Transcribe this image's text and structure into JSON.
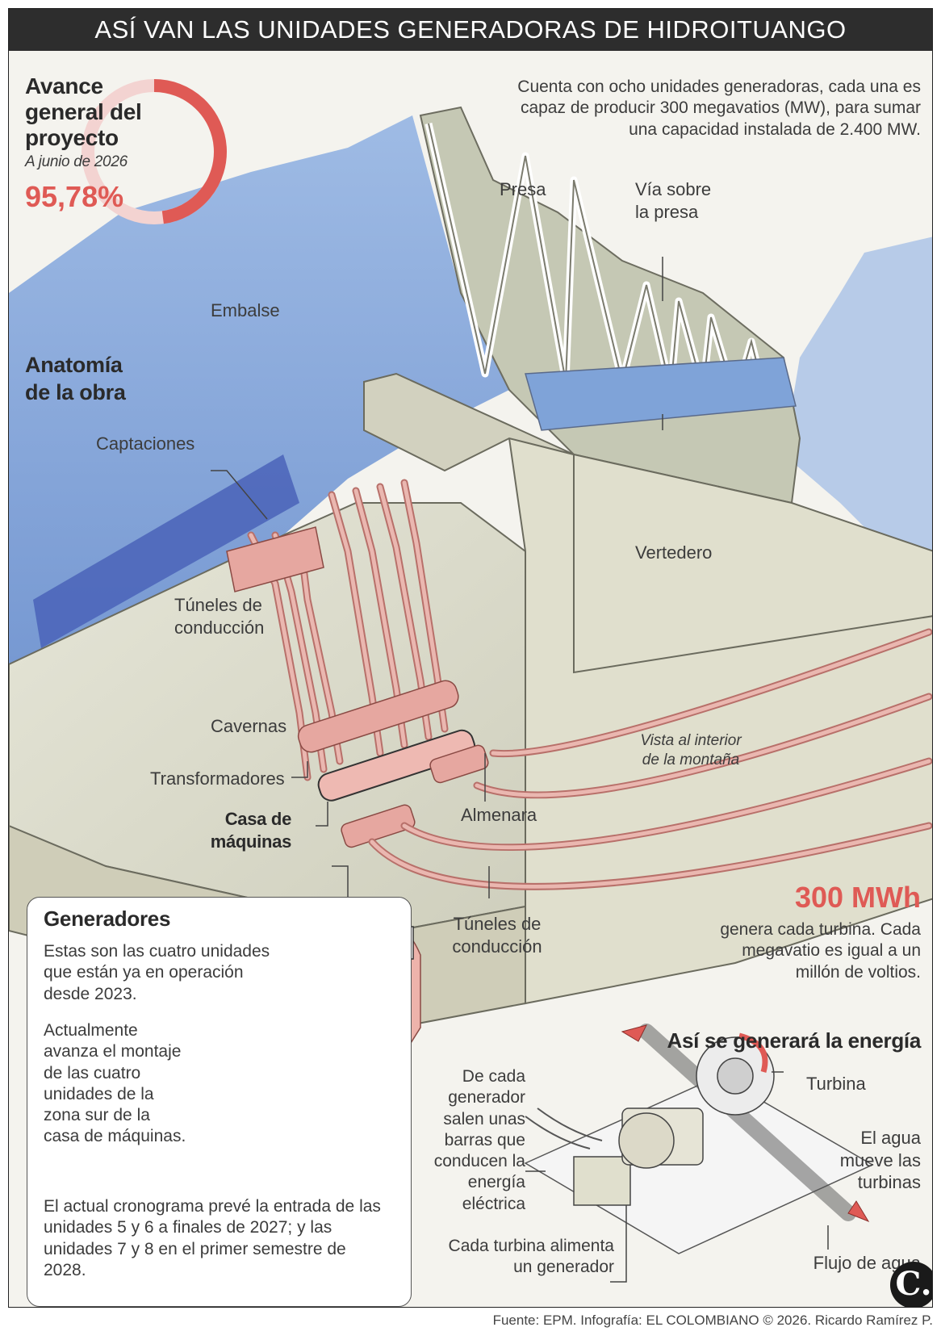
{
  "header": {
    "title": "ASÍ VAN LAS UNIDADES GENERADORAS DE HIDROITUANGO"
  },
  "progress": {
    "label": "Avance general del proyecto",
    "date": "A junio de 2026",
    "value_text": "95,78%",
    "percent": 95.78,
    "color": "#df5a55"
  },
  "intro": "Cuenta con ocho unidades generadoras, cada una es capaz de producir 300 megavatios (MW), para sumar una capacidad instalada de 2.400 MW.",
  "anatomy": {
    "title": "Anatomía de la obra"
  },
  "labels": {
    "presa": "Presa",
    "via": "Vía sobre la presa",
    "embalse": "Embalse",
    "captaciones": "Captaciones",
    "vertedero": "Vertedero",
    "tuneles1": "Túneles de conducción",
    "cavernas": "Cavernas",
    "transformadores": "Transformadores",
    "casa": "Casa de máquinas",
    "almenara": "Almenara",
    "vista": "Vista al interior de la montaña",
    "tuneles2": "Túneles de conducción"
  },
  "mwh": {
    "value": "300 MWh",
    "text": "genera cada turbina. Cada megavatio es igual a un millón de voltios."
  },
  "generators": {
    "title": "Generadores",
    "p1": "Estas son las cuatro unidades que están ya en operación desde 2023.",
    "p2": "Actualmente avanza el montaje de las cuatro unidades de la zona sur de la casa de máquinas.",
    "p3": "El actual cronograma prevé la entrada de las unidades 5 y 6 a finales de 2027; y las unidades 7 y 8 en el primer semestre de 2028."
  },
  "energy": {
    "title": "Así se generará la energía",
    "turbina": "Turbina",
    "agua": "El agua mueve las turbinas",
    "flujo": "Flujo de agua",
    "barras": "De cada generador salen unas barras que conducen la energía eléctrica",
    "alimenta": "Cada turbina alimenta un generador"
  },
  "footer": "Fuente: EPM. Infografía: EL COLOMBIANO © 2026. Ricardo Ramírez P.",
  "logo": "C.",
  "colors": {
    "water": "#7fa3d8",
    "water_deep": "#4a63b8",
    "terrain": "#d9d8c6",
    "terrain_dark": "#aeae98",
    "pipe": "#e6a7a0",
    "pipe_edge": "#b8706a"
  }
}
